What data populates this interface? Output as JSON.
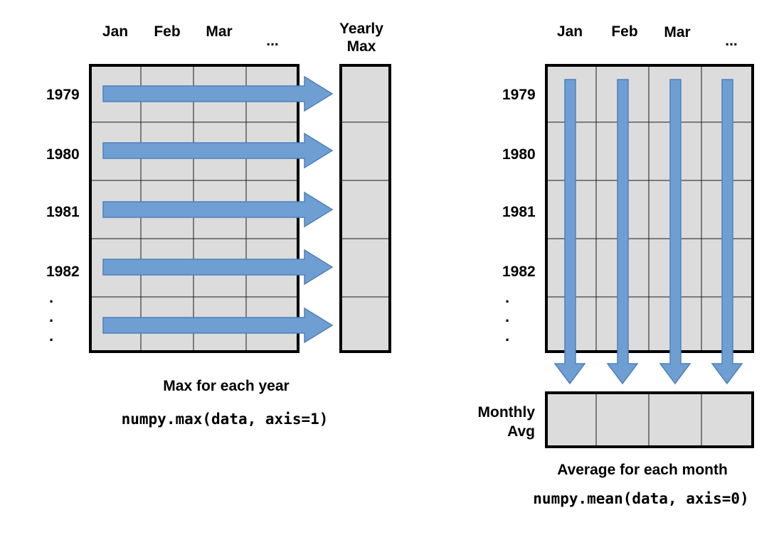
{
  "left": {
    "months": [
      "Jan",
      "Feb",
      "Mar",
      "..."
    ],
    "years": [
      "1979",
      "1980",
      "1981",
      "1982"
    ],
    "ellipsis": ".",
    "result_header_line1": "Yearly",
    "result_header_line2": "Max",
    "caption": "Max for each year",
    "code": "numpy.max(data, axis=1)"
  },
  "right": {
    "months": [
      "Jan",
      "Feb",
      "Mar",
      "..."
    ],
    "years": [
      "1979",
      "1980",
      "1981",
      "1982"
    ],
    "ellipsis": ".",
    "result_label_line1": "Monthly",
    "result_label_line2": "Avg",
    "caption": "Average for each month",
    "code": "numpy.mean(data, axis=0)"
  },
  "colors": {
    "cell_fill": "#dcdcdc",
    "arrow_fill": "#6f9fd2",
    "arrow_stroke": "#4f80bb",
    "border": "#000000",
    "grid_line": "#1a1a1a"
  }
}
